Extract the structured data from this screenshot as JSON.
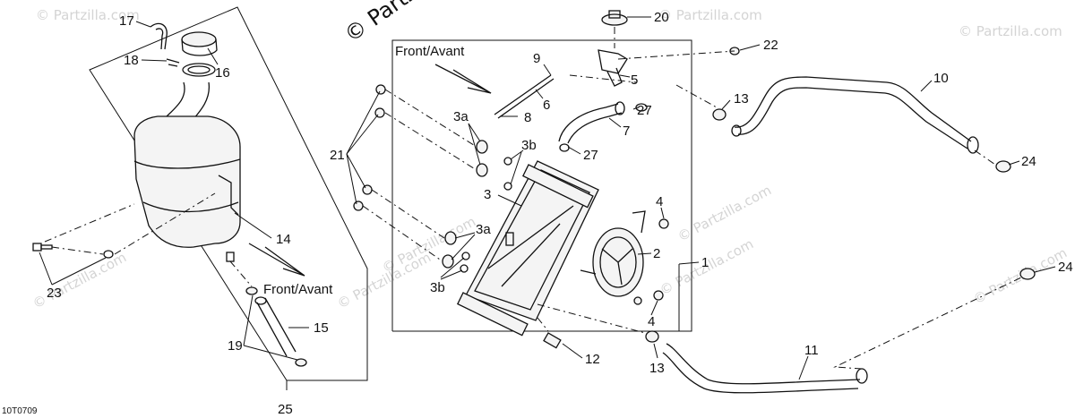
{
  "figure_code": "10T0709",
  "watermarks": {
    "main": "© Partzilla.com",
    "repeat": "© Partzilla.com"
  },
  "notes": {
    "front_top": "Front/Avant",
    "front_left": "Front/Avant"
  },
  "callouts": {
    "c1": "1",
    "c2": "2",
    "c3": "3",
    "c3a_top": "3a",
    "c3a_bot": "3a",
    "c3b_top": "3b",
    "c3b_bot": "3b",
    "c4_top": "4",
    "c4_bot": "4",
    "c5": "5",
    "c6": "6",
    "c7": "7",
    "c8": "8",
    "c9": "9",
    "c10": "10",
    "c11": "11",
    "c12": "12",
    "c13_top": "13",
    "c13_bot": "13",
    "c14": "14",
    "c15": "15",
    "c16": "16",
    "c17": "17",
    "c18": "18",
    "c19": "19",
    "c20": "20",
    "c21": "21",
    "c22": "22",
    "c23": "23",
    "c24_top": "24",
    "c24_bot": "24",
    "c25": "25",
    "c27_top": "27",
    "c27_mid": "27"
  }
}
